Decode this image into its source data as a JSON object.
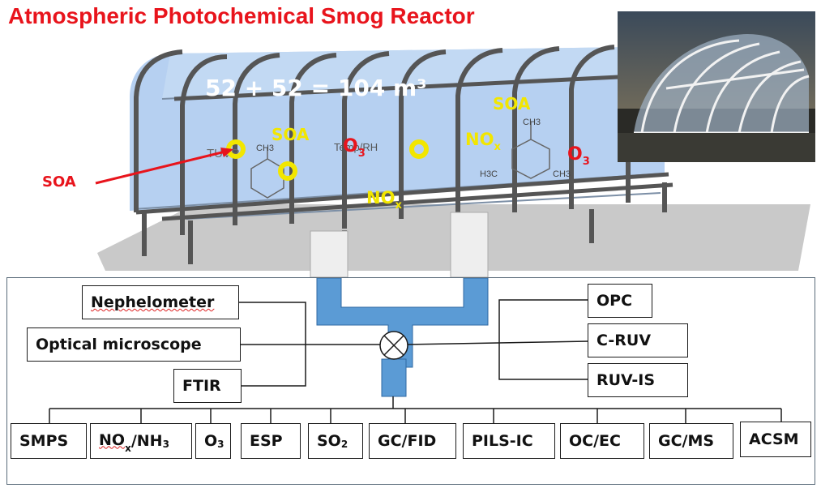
{
  "title": "Atmospheric Photochemical Smog Reactor",
  "reactor": {
    "volume_label": "52 + 52 = 104 m³",
    "soa_arrow_label": "SOA",
    "soa_labels": [
      "SOA",
      "SOA"
    ],
    "nox_labels": [
      "NO",
      "NO"
    ],
    "nox_sub": "x",
    "o3_labels": [
      "O",
      "O"
    ],
    "o3_sub": "3",
    "background_text": [
      "TUVR",
      "Temp/RH",
      "CH3",
      "CH3",
      "H3C",
      "CH3"
    ]
  },
  "instruments_left": [
    "Nephelometer",
    "Optical microscope",
    "FTIR"
  ],
  "instruments_right": [
    "OPC",
    "C-RUV",
    "RUV-IS"
  ],
  "instruments_bottom": [
    {
      "main": "SMPS"
    },
    {
      "main": "NO",
      "sub": "x",
      "rest": "/NH",
      "sub2": "3"
    },
    {
      "main": "O",
      "sub": "3"
    },
    {
      "main": "ESP"
    },
    {
      "main": "SO",
      "sub": "2"
    },
    {
      "main": "GC/FID"
    },
    {
      "main": "PILS-IC"
    },
    {
      "main": "OC/EC"
    },
    {
      "main": "GC/MS"
    },
    {
      "main": "ACSM"
    }
  ],
  "colors": {
    "title": "#e8141c",
    "label_yellow": "#f2e600",
    "label_red": "#e8141c",
    "duct_blue": "#5b9bd5",
    "glass_blue": "#9cc0ec"
  }
}
